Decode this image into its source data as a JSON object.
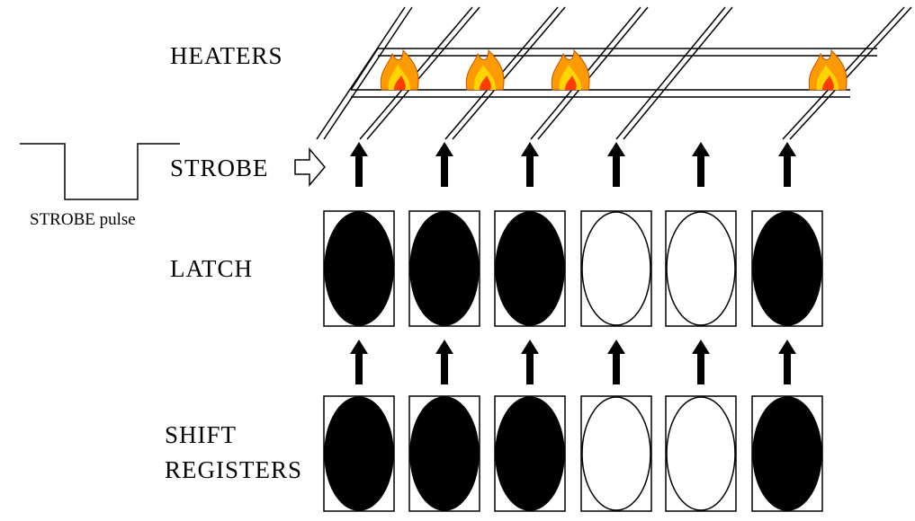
{
  "labels": {
    "heaters": "HEATERS",
    "strobe": "STROBE",
    "strobe_pulse": "STROBE pulse",
    "latch": "LATCH",
    "shift_line1": "SHIFT",
    "shift_line2": "REGISTERS"
  },
  "colors": {
    "ink": "#000000",
    "paper": "#ffffff",
    "flame_outer": "#ff9a00",
    "flame_inner": "#ffd400",
    "flame_core": "#ff3b00"
  },
  "bits": {
    "latch": [
      1,
      1,
      1,
      0,
      0,
      1
    ],
    "shift_registers": [
      1,
      1,
      1,
      0,
      0,
      1
    ],
    "heaters_on": [
      true,
      true,
      true,
      false,
      false,
      true
    ]
  }
}
